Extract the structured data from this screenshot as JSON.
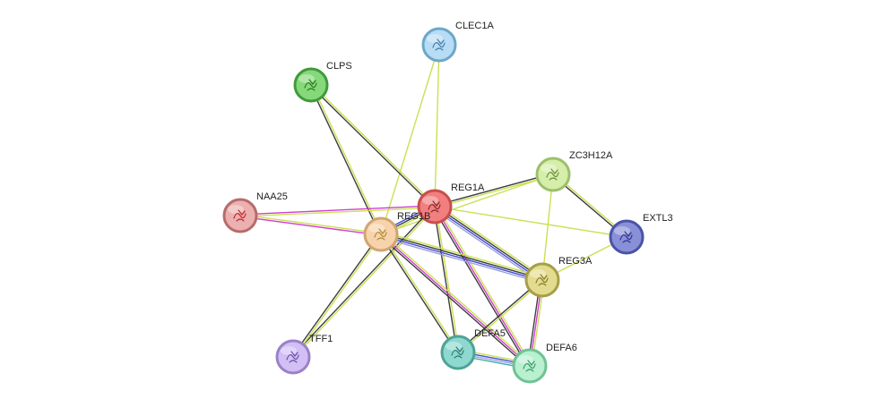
{
  "network": {
    "nodes": [
      {
        "id": "CLEC1A",
        "label": "CLEC1A",
        "color": "#b7dcf5",
        "stroke": "#6ea7c7",
        "glyph": "#4a7ea8"
      },
      {
        "id": "CLPS",
        "label": "CLPS",
        "color": "#86d97a",
        "stroke": "#3f9a3b",
        "glyph": "#2a7a1e"
      },
      {
        "id": "ZC3H12A",
        "label": "ZC3H12A",
        "color": "#d5eeaa",
        "stroke": "#9cc06a",
        "glyph": "#6f8f3f"
      },
      {
        "id": "REG1A",
        "label": "REG1A",
        "color": "#f27f7f",
        "stroke": "#c94d4d",
        "glyph": "#8a2a2a"
      },
      {
        "id": "NAA25",
        "label": "NAA25",
        "color": "#ebb0b0",
        "stroke": "#b86b6b",
        "glyph": "#c62828"
      },
      {
        "id": "REG1B",
        "label": "REG1B",
        "color": "#f7d3ab",
        "stroke": "#d1a572",
        "glyph": "#b28a3a"
      },
      {
        "id": "EXTL3",
        "label": "EXTL3",
        "color": "#8a90d8",
        "stroke": "#4b53a8",
        "glyph": "#2f3590"
      },
      {
        "id": "REG3A",
        "label": "REG3A",
        "color": "#e3dc8e",
        "stroke": "#a69f48",
        "glyph": "#8a7a30"
      },
      {
        "id": "TFF1",
        "label": "TFF1",
        "color": "#d2bff5",
        "stroke": "#9a82c9",
        "glyph": "#6a52a8"
      },
      {
        "id": "DEFA5",
        "label": "DEFA5",
        "color": "#8fd8cf",
        "stroke": "#4da397",
        "glyph": "#2f7d74"
      },
      {
        "id": "DEFA6",
        "label": "DEFA6",
        "color": "#b8f0d0",
        "stroke": "#6fc295",
        "glyph": "#3f9a6a"
      }
    ],
    "edges": [
      {
        "from": "CLEC1A",
        "to": "REG1A",
        "colors": [
          "#c8de4a"
        ]
      },
      {
        "from": "CLEC1A",
        "to": "REG1B",
        "colors": [
          "#c8de4a"
        ]
      },
      {
        "from": "CLPS",
        "to": "REG1A",
        "colors": [
          "#c8de4a",
          "#333333"
        ]
      },
      {
        "from": "CLPS",
        "to": "REG1B",
        "colors": [
          "#c8de4a",
          "#333333"
        ]
      },
      {
        "from": "ZC3H12A",
        "to": "REG1A",
        "colors": [
          "#c8de4a",
          "#333333"
        ]
      },
      {
        "from": "ZC3H12A",
        "to": "REG1B",
        "colors": [
          "#c8de4a"
        ]
      },
      {
        "from": "ZC3H12A",
        "to": "EXTL3",
        "colors": [
          "#c8de4a",
          "#333333"
        ]
      },
      {
        "from": "ZC3H12A",
        "to": "REG3A",
        "colors": [
          "#c8de4a"
        ]
      },
      {
        "from": "REG1A",
        "to": "EXTL3",
        "colors": [
          "#c8de4a"
        ]
      },
      {
        "from": "REG1A",
        "to": "NAA25",
        "colors": [
          "#c8de4a",
          "#cc33cc"
        ]
      },
      {
        "from": "REG1A",
        "to": "REG1B",
        "colors": [
          "#c8de4a",
          "#333333",
          "#3344cc"
        ]
      },
      {
        "from": "REG1A",
        "to": "REG3A",
        "colors": [
          "#c8de4a",
          "#333333",
          "#3344cc",
          "#9999dd"
        ]
      },
      {
        "from": "REG1A",
        "to": "DEFA5",
        "colors": [
          "#c8de4a",
          "#333333"
        ]
      },
      {
        "from": "REG1A",
        "to": "DEFA6",
        "colors": [
          "#c8de4a",
          "#cc33cc",
          "#333333"
        ]
      },
      {
        "from": "REG1A",
        "to": "TFF1",
        "colors": [
          "#c8de4a",
          "#333333"
        ]
      },
      {
        "from": "NAA25",
        "to": "REG1B",
        "colors": [
          "#c8de4a",
          "#cc33cc"
        ]
      },
      {
        "from": "REG1B",
        "to": "REG3A",
        "colors": [
          "#c8de4a",
          "#333333",
          "#3344cc",
          "#9999dd"
        ]
      },
      {
        "from": "REG1B",
        "to": "TFF1",
        "colors": [
          "#c8de4a",
          "#333333"
        ]
      },
      {
        "from": "REG1B",
        "to": "DEFA5",
        "colors": [
          "#c8de4a",
          "#333333"
        ]
      },
      {
        "from": "REG1B",
        "to": "DEFA6",
        "colors": [
          "#c8de4a",
          "#cc33cc",
          "#333333"
        ]
      },
      {
        "from": "EXTL3",
        "to": "REG3A",
        "colors": [
          "#c8de4a"
        ]
      },
      {
        "from": "REG3A",
        "to": "DEFA5",
        "colors": [
          "#c8de4a",
          "#333333"
        ]
      },
      {
        "from": "REG3A",
        "to": "DEFA6",
        "colors": [
          "#c8de4a",
          "#cc33cc",
          "#333333"
        ]
      },
      {
        "from": "DEFA5",
        "to": "DEFA6",
        "colors": [
          "#c8de4a",
          "#3344cc",
          "#9999dd",
          "#33aaaa"
        ]
      }
    ]
  }
}
